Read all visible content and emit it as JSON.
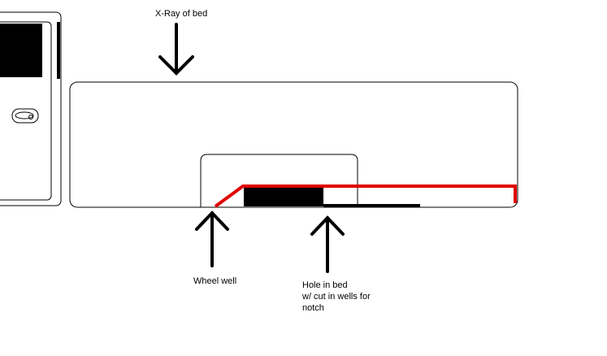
{
  "labels": {
    "xray": "X-Ray of bed",
    "wheel_well": "Wheel well",
    "hole_line1": "Hole in bed",
    "hole_line2": "w/ cut in wells for",
    "hole_line3": "notch"
  },
  "colors": {
    "outline": "#000000",
    "notch_line": "#e00000",
    "background": "#ffffff"
  }
}
